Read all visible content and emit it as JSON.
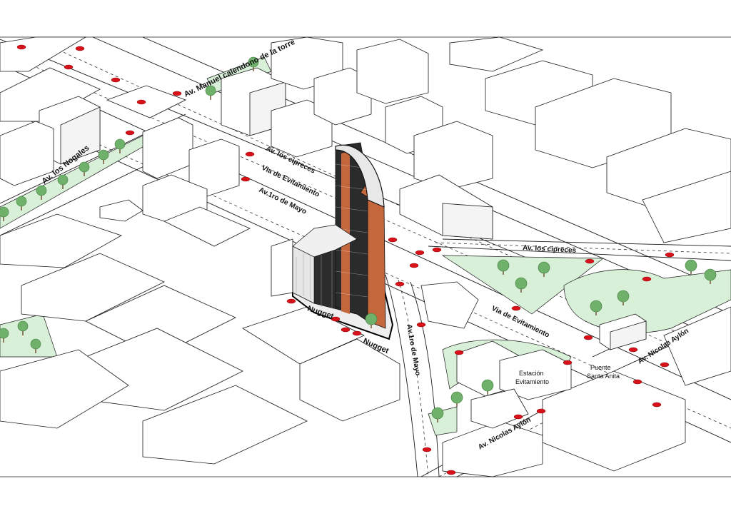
{
  "streets": {
    "manuel": "Av. Manuel calendono de la torre",
    "nogales": "Av. los Nogales",
    "cipreces_upper": "Av. los cipreces",
    "evitamiento_upper": "Via de Evitamiento",
    "mayo_upper": "Av.1ro de Mayo",
    "cipreces_right": "Av. los cipreces",
    "evitamiento_lower": "Via de Evitamiento",
    "nicolas_right": "Av. Nicolas Aylón",
    "nicolas_lower": "Av. Nicolas Aylón",
    "mayo_lower": "Av.1ro de Mayo",
    "nugget_1": "Nugget",
    "nugget_2": "Nugget"
  },
  "places": {
    "puente_line1": "Puente",
    "puente_line2": "Santa Anita",
    "estacion_line1": "Estación",
    "estacion_line2": "Evitamiento"
  },
  "colors": {
    "green_area": "#d8efd8",
    "car": "#d9111a",
    "tower_facade": "#c4673d",
    "tree": "#6fb06a"
  }
}
